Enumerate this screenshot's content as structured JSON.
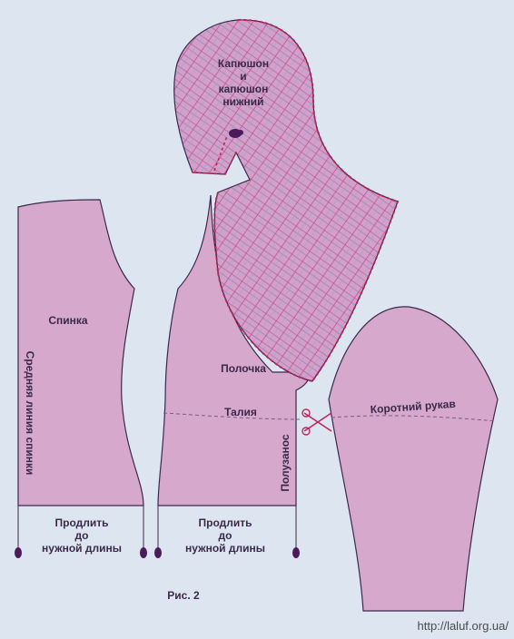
{
  "labels": {
    "hood_line1": "Капюшон",
    "hood_line2": "и",
    "hood_line3": "капюшон",
    "hood_line4": "нижний",
    "back": "Спинка",
    "back_center_line": "Средняя линия спинки",
    "front": "Полочка",
    "waist": "Талия",
    "zipper_overlap": "Полузанос",
    "sleeve": "Коротний рукав",
    "extend_left_line1": "Продлить",
    "extend_left_line2": "до",
    "extend_left_line3": "нужной длины",
    "extend_mid_line1": "Продлить",
    "extend_mid_line2": "до",
    "extend_mid_line3": "нужной длины",
    "figure_caption": "Рис. 2"
  },
  "watermark": "http://laluf.org.ua/",
  "colors": {
    "background": "#dde6f0",
    "pattern_fill": "#d6a8cc",
    "pattern_stroke": "#3a2a4a",
    "hood_fill": "#cf9cc6",
    "dashed_line": "#c0245a",
    "text": "#3a2a4a"
  },
  "icons": [
    "scissors-icon",
    "zipper-pull-icon",
    "cord-end-icon"
  ]
}
